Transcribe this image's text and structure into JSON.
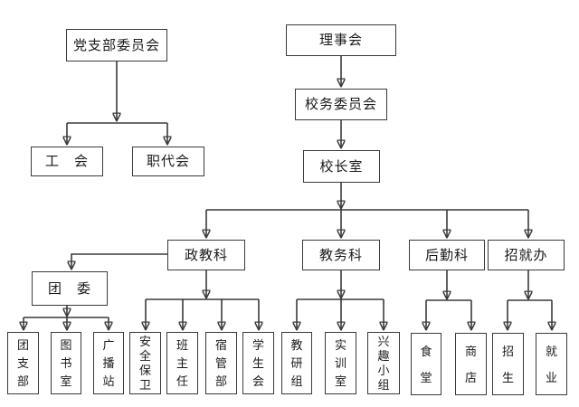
{
  "colors": {
    "ink": "#3a3a3a",
    "background": "#ffffff"
  },
  "nodes": {
    "party_branch_committee": "党支部委员会",
    "labor_union": "工　会",
    "staff_congress": "职代会",
    "board_of_directors": "理事会",
    "school_affairs_committee": "校务委员会",
    "principal_office": "校长室",
    "political_education_section": "政教科",
    "academic_affairs_section": "教务科",
    "logistics_section": "后勤科",
    "admission_employment_office": "招就办",
    "youth_league_committee": "团　委",
    "league_branch": "团\n支\n部",
    "library": "图\n书\n室",
    "broadcast_station": "广\n播\n站",
    "security_guard": "安\n全\n保\n卫",
    "head_teachers": "班\n主\n任",
    "dorm_management": "宿\n管\n部",
    "student_union": "学\n生\n会",
    "teaching_research_group": "教\n研\n组",
    "training_room": "实\n训\n室",
    "interest_groups": "兴\n趣\n小\n组",
    "canteen": "食\n堂",
    "store": "商\n店",
    "admissions": "招\n生",
    "employment": "就\n业"
  },
  "structure": {
    "党支部委员会": [
      "工会",
      "职代会"
    ],
    "理事会": [
      "校务委员会"
    ],
    "校务委员会": [
      "校长室"
    ],
    "校长室": [
      "政教科",
      "教务科",
      "后勤科",
      "招就办"
    ],
    "政教科": [
      "团委",
      "安全保卫",
      "班主任",
      "宿管部",
      "学生会"
    ],
    "团委": [
      "团支部",
      "图书室",
      "广播站"
    ],
    "教务科": [
      "教研组",
      "实训室",
      "兴趣小组"
    ],
    "后勤科": [
      "食堂",
      "商店"
    ],
    "招就办": [
      "招生",
      "就业"
    ]
  }
}
